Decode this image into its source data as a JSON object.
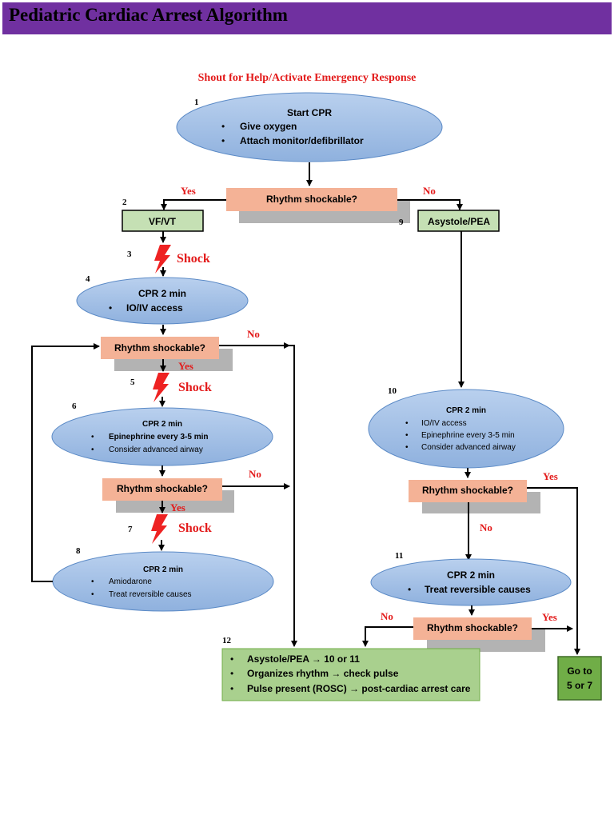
{
  "title": "Pediatric Cardiac Arrest Algorithm",
  "header": "Shout for Help/Activate Emergency Response",
  "colors": {
    "title_bar": "#7030a0",
    "red_text": "#e31b1b",
    "ellipse_fill": "#a7c3e6",
    "decision_fill": "#f4b296",
    "shadow": "#b3b3b3",
    "green_box": "#c5e0b4",
    "dark_green_box": "#70ad47"
  },
  "steps": {
    "s1": {
      "num": "1",
      "title": "Start CPR",
      "items": [
        "Give oxygen",
        "Attach monitor/defibrillator"
      ]
    },
    "s2": {
      "num": "2",
      "label": "VF/VT"
    },
    "s3": {
      "num": "3",
      "shock": "Shock"
    },
    "s4": {
      "num": "4",
      "title": "CPR 2 min",
      "items": [
        "IO/IV access"
      ]
    },
    "s5": {
      "num": "5",
      "shock": "Shock"
    },
    "s6": {
      "num": "6",
      "title": "CPR 2 min",
      "items": [
        "Epinephrine every 3-5 min",
        "Consider advanced airway"
      ]
    },
    "s7": {
      "num": "7",
      "shock": "Shock"
    },
    "s8": {
      "num": "8",
      "title": "CPR 2 min",
      "items": [
        "Amiodarone",
        "Treat reversible causes"
      ]
    },
    "s9": {
      "num": "9",
      "label": "Asystole/PEA"
    },
    "s10": {
      "num": "10",
      "title": "CPR 2 min",
      "items": [
        "IO/IV access",
        "Epinephrine every 3-5 min",
        "Consider advanced airway"
      ]
    },
    "s11": {
      "num": "11",
      "title": "CPR 2 min",
      "items": [
        "Treat reversible causes"
      ]
    },
    "s12": {
      "num": "12",
      "items": [
        "Asystole/PEA → 10 or 11",
        "Organizes rhythm → check pulse",
        "Pulse present (ROSC) → post-cardiac arrest care"
      ]
    }
  },
  "decision_label": "Rhythm shockable?",
  "yes": "Yes",
  "no": "No",
  "goto": [
    "Go to",
    "5 or 7"
  ]
}
